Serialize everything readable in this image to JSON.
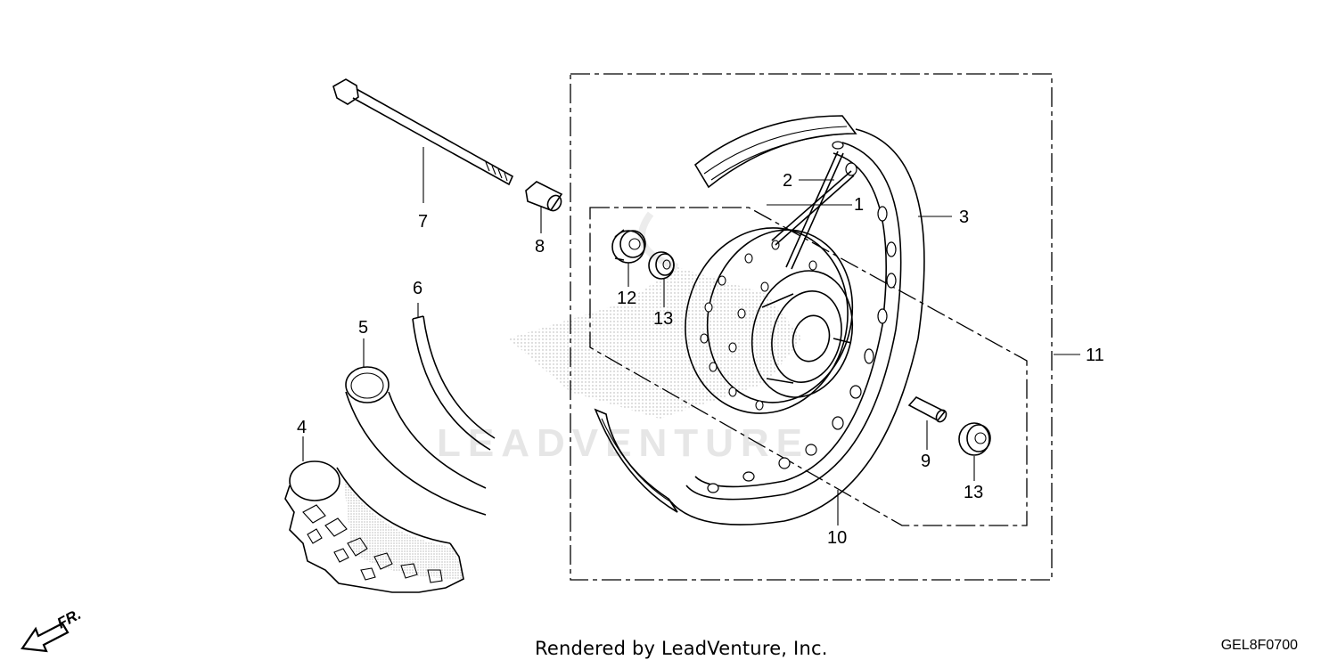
{
  "diagram": {
    "callouts": {
      "c1": "1",
      "c2": "2",
      "c3": "3",
      "c4": "4",
      "c5": "5",
      "c6": "6",
      "c7": "7",
      "c8": "8",
      "c9": "9",
      "c10": "10",
      "c11": "11",
      "c12": "12",
      "c13a": "13",
      "c13b": "13"
    },
    "front_indicator": "FR.",
    "watermark": "LEADVENTURE"
  },
  "footer": {
    "credit": "Rendered by LeadVenture, Inc.",
    "code": "GEL8F0700"
  },
  "colors": {
    "line": "#000000",
    "background": "#ffffff",
    "watermark": "#e6e6e6"
  }
}
